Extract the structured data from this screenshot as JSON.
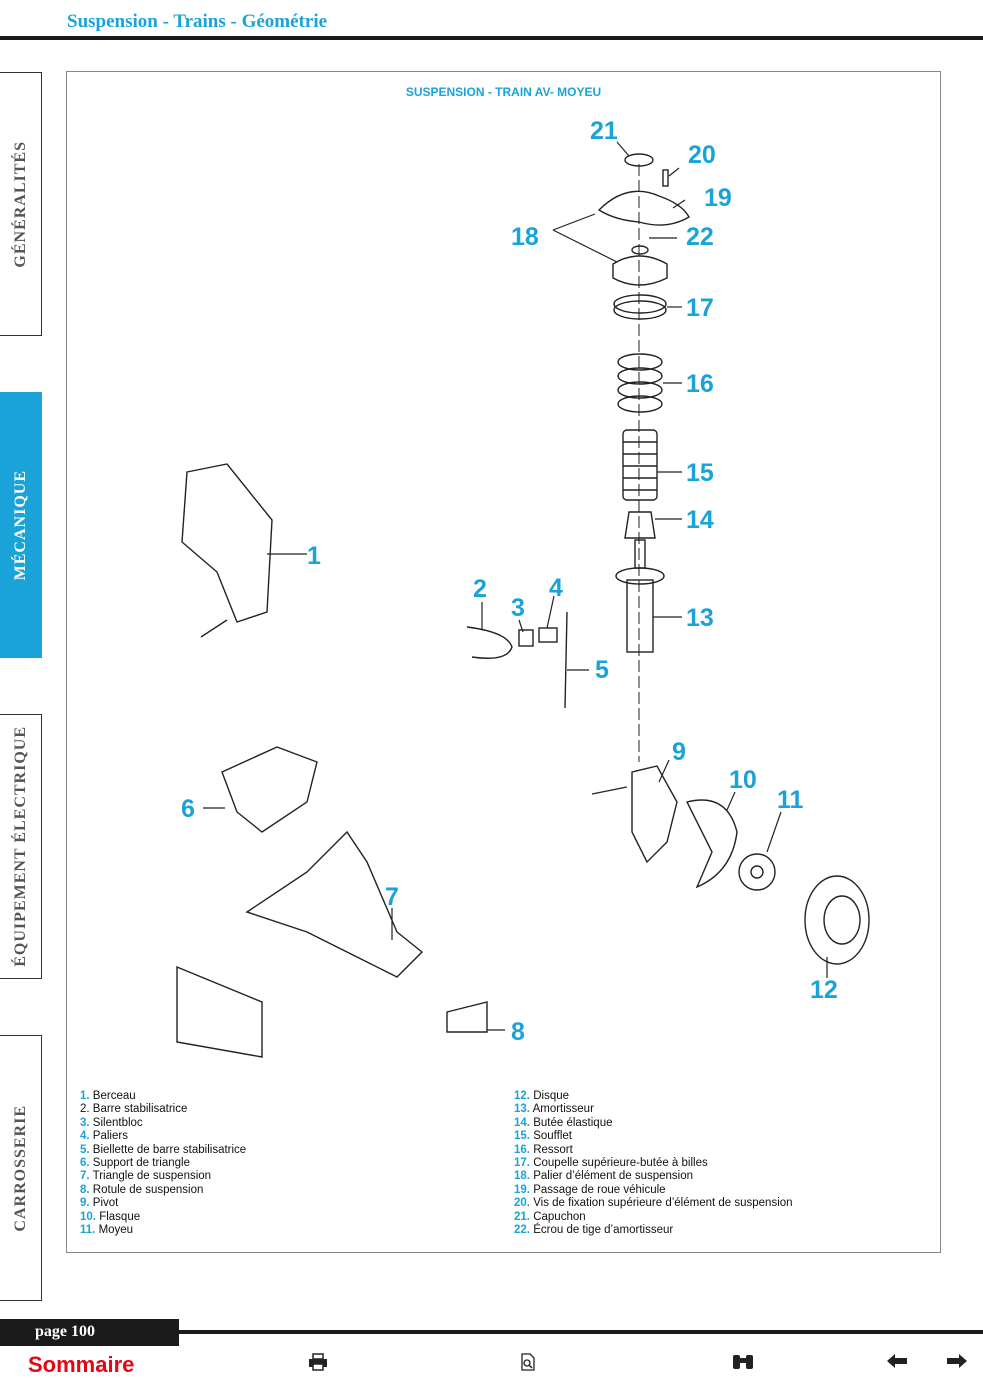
{
  "header": {
    "title": "Suspension - Trains - Géométrie"
  },
  "side_tabs": [
    {
      "label": "GÉNÉRALITÉS",
      "active": false
    },
    {
      "label": "MÉCANIQUE",
      "active": true
    },
    {
      "label": "ÉQUIPEMENT ÉLECTRIQUE",
      "active": false
    },
    {
      "label": "CARROSSERIE",
      "active": false
    }
  ],
  "diagram": {
    "title": "SUSPENSION - TRAIN AV- MOYEU",
    "callouts": [
      "1",
      "2",
      "3",
      "4",
      "5",
      "6",
      "7",
      "8",
      "9",
      "10",
      "11",
      "12",
      "13",
      "14",
      "15",
      "16",
      "17",
      "18",
      "19",
      "20",
      "21",
      "22"
    ]
  },
  "legend": {
    "left": [
      {
        "num": "1.",
        "text": "Berceau"
      },
      {
        "num": "",
        "text": "2. Barre stabilisatrice"
      },
      {
        "num": "3.",
        "text": "Silentbloc"
      },
      {
        "num": "4.",
        "text": "Paliers"
      },
      {
        "num": "5.",
        "text": "Biellette de barre stabilisatrice"
      },
      {
        "num": "6.",
        "text": "Support de triangle"
      },
      {
        "num": "7.",
        "text": "Triangle de suspension"
      },
      {
        "num": "8.",
        "text": "Rotule de suspension"
      },
      {
        "num": "9.",
        "text": "Pivot"
      },
      {
        "num": "10.",
        "text": "Flasque"
      },
      {
        "num": "11.",
        "text": "Moyeu"
      }
    ],
    "right": [
      {
        "num": "12.",
        "text": "Disque"
      },
      {
        "num": "13.",
        "text": "Amortisseur"
      },
      {
        "num": "14.",
        "text": "Butée élastique"
      },
      {
        "num": "15.",
        "text": "Soufflet"
      },
      {
        "num": "16.",
        "text": "Ressort"
      },
      {
        "num": "17.",
        "text": "Coupelle supérieure-butée à billes"
      },
      {
        "num": "18.",
        "text": "Palier d’élément de suspension"
      },
      {
        "num": "19.",
        "text": "Passage de roue véhicule"
      },
      {
        "num": "20.",
        "text": "Vis de fixation supérieure d’élément de suspension"
      },
      {
        "num": "21.",
        "text": "Capuchon"
      },
      {
        "num": "22.",
        "text": "Écrou de tige d’amortisseur"
      }
    ]
  },
  "footer": {
    "page_label": "page 100",
    "sommaire_label": "Sommaire",
    "icons": [
      "print-icon",
      "document-zoom-icon",
      "binoculars-icon",
      "arrow-left-icon",
      "arrow-right-icon"
    ]
  }
}
